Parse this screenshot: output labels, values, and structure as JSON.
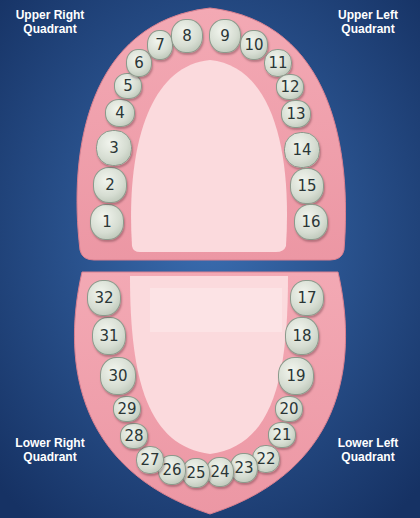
{
  "diagram": {
    "nodes": [
      {
        "text": [
          "1"
        ]
      },
      {
        "text": [
          "2"
        ]
      },
      {
        "text": [
          "3"
        ]
      },
      {
        "text": [
          "4"
        ]
      },
      {
        "text": [
          "5"
        ]
      },
      {
        "text": [
          "6"
        ]
      },
      {
        "text": [
          "7"
        ]
      },
      {
        "text": [
          "8"
        ]
      },
      {
        "text": [
          "9"
        ]
      },
      {
        "text": [
          "10"
        ]
      },
      {
        "text": [
          "11"
        ]
      },
      {
        "text": [
          "12"
        ]
      },
      {
        "text": [
          "13"
        ]
      },
      {
        "text": [
          "14"
        ]
      },
      {
        "text": [
          "15"
        ]
      },
      {
        "text": [
          "16"
        ]
      },
      {
        "text": [
          "17"
        ]
      },
      {
        "text": [
          "18"
        ]
      },
      {
        "text": [
          "19"
        ]
      },
      {
        "text": [
          "20"
        ]
      },
      {
        "text": [
          "21"
        ]
      },
      {
        "text": [
          "22"
        ]
      },
      {
        "text": [
          "23"
        ]
      },
      {
        "text": [
          "24"
        ]
      },
      {
        "text": [
          "25"
        ]
      },
      {
        "text": [
          "26"
        ]
      },
      {
        "text": [
          "27"
        ]
      },
      {
        "text": [
          "28"
        ]
      },
      {
        "text": [
          "29"
        ]
      },
      {
        "text": [
          "30"
        ]
      },
      {
        "text": [
          "31"
        ]
      },
      {
        "text": [
          "32"
        ]
      }
    ],
    "labels": [
      "Upper Right Quadrant",
      "Upper Left Quadrant",
      "Lower Right Quadrant",
      "Lower Left Quadrant"
    ]
  }
}
